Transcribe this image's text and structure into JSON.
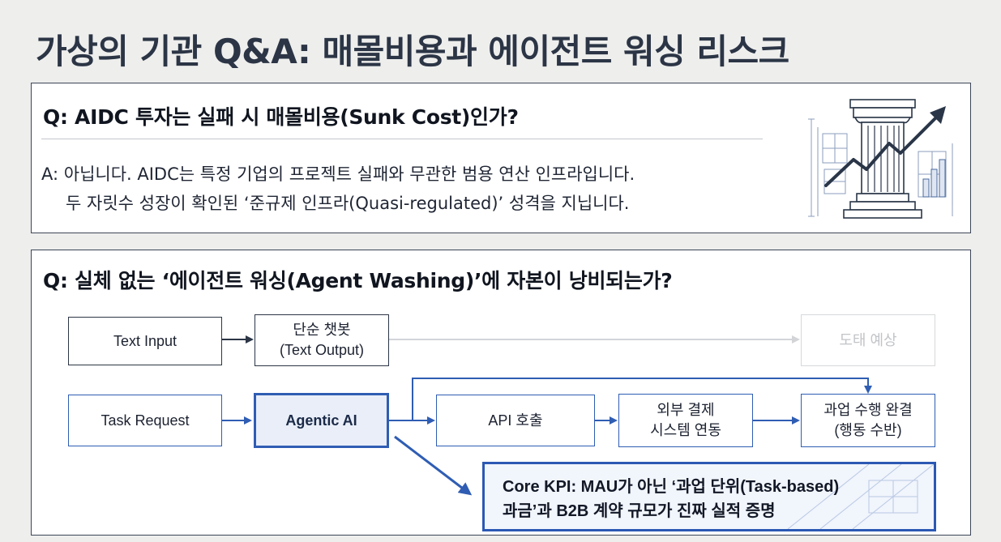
{
  "title": "가상의 기관 Q&A: 매몰비용과 에이전트 워싱 리스크",
  "panel1": {
    "question": "Q: AIDC 투자는 실패 시 매몰비용(Sunk Cost)인가?",
    "answer_line1": "A: 아닙니다. AIDC는 특정 기업의 프로젝트 실패와 무관한 범용 연산 인프라입니다.",
    "answer_line2": "두 자릿수 성장이 확인된 ‘준규제 인프라(Quasi-regulated)’ 성격을 지닙니다.",
    "illustration": "pillar-growth-icon"
  },
  "panel2": {
    "question": "Q: 실체 없는 ‘에이전트 워싱(Agent Washing)’에 자본이 낭비되는가?",
    "diagram": {
      "row1": {
        "input": "Text Input",
        "chatbot_line1": "단순 챗봇",
        "chatbot_line2": "(Text Output)",
        "obsolete": "도태 예상"
      },
      "row2": {
        "input": "Task Request",
        "agent": "Agentic AI",
        "api": "API 호출",
        "payment_line1": "외부 결제",
        "payment_line2": "시스템 연동",
        "complete_line1": "과업 수행 완결",
        "complete_line2": "(행동 수반)"
      },
      "kpi_line1": "Core KPI: MAU가 아닌 ‘과업 단위(Task-based)",
      "kpi_line2": "과금’과 B2B 계약 규모가 진짜 실적 증명"
    }
  },
  "colors": {
    "accent_blue": "#2f5db3",
    "dark_border": "#2c3646",
    "faded": "#d6d8db",
    "background": "#eeeeed"
  }
}
